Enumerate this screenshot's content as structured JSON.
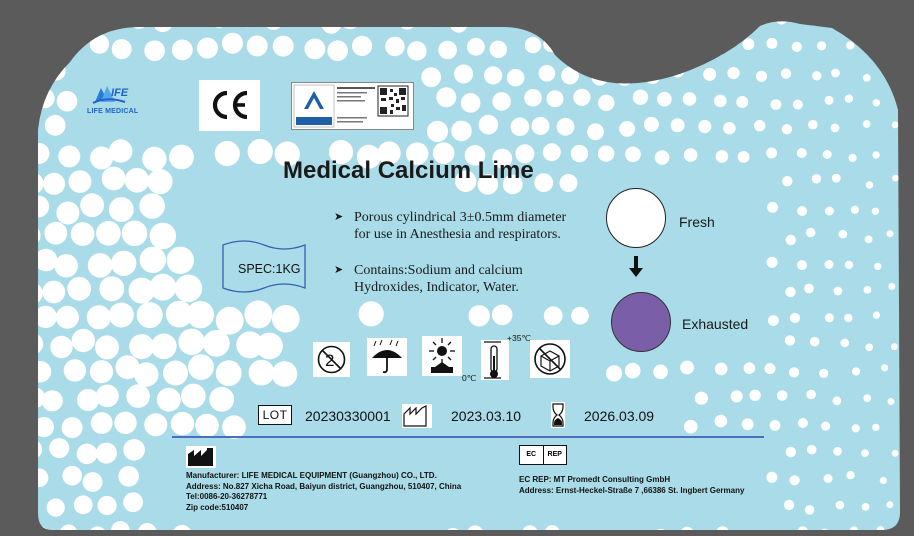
{
  "brand": {
    "name": "LIFE MEDICAL"
  },
  "product": {
    "title": "Medical Calcium Lime",
    "spec": "SPEC:1KG",
    "bullets": [
      "Porous cylindrical 3±0.5mm diameter for use in Anesthesia and respirators.",
      "Contains:Sodium and calcium Hydroxides, Indicator, Water."
    ]
  },
  "indicator": {
    "fresh": "Fresh",
    "exhausted": "Exhausted",
    "fresh_color": "#ffffff",
    "exhausted_color": "#7b5ea8"
  },
  "symbols": {
    "temp_high": "+35℃",
    "temp_low": "0℃"
  },
  "codes": {
    "lot_symbol": "LOT",
    "lot": "20230330001",
    "manufacture_date": "2023.03.10",
    "expiry_date": "2026.03.09"
  },
  "manufacturer": {
    "name": "Manufacturer: LIFE MEDICAL EQUIPMENT (Guangzhou) CO., LTD.",
    "address": "Address: No.827 Xicha Road, Baiyun district, Guangzhou, 510407, China",
    "tel": "Tel:0086-20-36278771",
    "zip": "Zip code:510407"
  },
  "ec_rep": {
    "ec_label": "EC",
    "rep_label": "REP",
    "name": "EC REP: MT Promedt Consulting GmbH",
    "address": "Address: Ernst-Heckel-Straße 7 ,66386 St. Ingbert  Germany"
  },
  "colors": {
    "background": "#a9dce8",
    "outside": "#5b5b5b",
    "rule": "#4a6fc1"
  }
}
